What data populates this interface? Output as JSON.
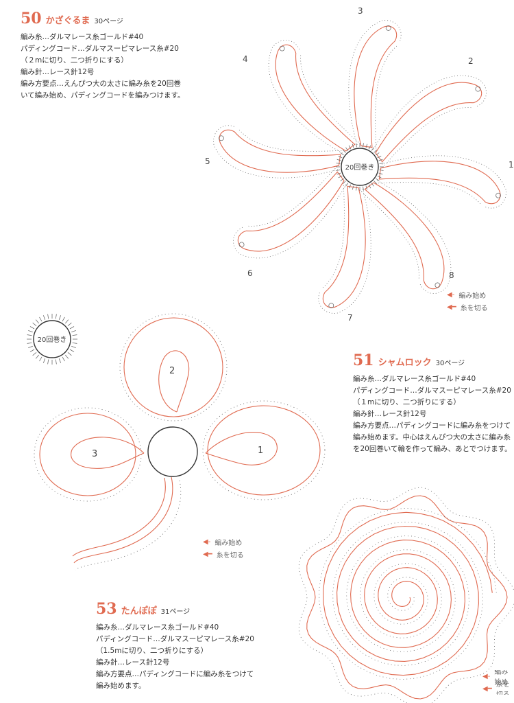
{
  "colors": {
    "accent": "#e06a50",
    "stitch": "#6b6b6b",
    "text": "#333333"
  },
  "p50": {
    "number": "50",
    "title": "かざぐるま",
    "page_ref": "30ページ",
    "lines": [
      "編み糸…ダルマレース糸ゴールド#40",
      "パディングコード…ダルマスーピマレース糸#20",
      "（２mに切り、二つ折りにする）",
      "編み針…レース針12号",
      "編み方要点…えんぴつ大の太さに編み糸を20回巻",
      "いて編み始め、パディングコードを編みつけます。"
    ],
    "center_label": "20回巻き",
    "petal_labels": [
      "1",
      "2",
      "3",
      "4",
      "5",
      "6",
      "7",
      "8"
    ],
    "legend_start": "編み始め",
    "legend_cut": "糸を切る"
  },
  "p51": {
    "number": "51",
    "title": "シャムロック",
    "page_ref": "30ページ",
    "lines": [
      "編み糸…ダルマレース糸ゴールド#40",
      "パディングコード…ダルマスーピマレース糸#20",
      "（１mに切り、二つ折りにする）",
      "編み針…レース針12号",
      "編み方要点…パディングコードに編み糸をつけて",
      "編み始めます。中心はえんぴつ大の太さに編み糸",
      "を20回巻いて輪を作って編み、あとでつけます。"
    ],
    "ring_label": "20回巻き",
    "leaf_labels": [
      "1",
      "2",
      "3"
    ],
    "legend_start": "編み始め",
    "legend_cut": "糸を切る"
  },
  "p53": {
    "number": "53",
    "title": "たんぽぽ",
    "page_ref": "31ページ",
    "lines": [
      "編み糸…ダルマレース糸ゴールド#40",
      "パディングコード…ダルマスーピマレース糸#20",
      "（1.5mに切り、二つ折りにする）",
      "編み針…レース針12号",
      "編み方要点…パディングコードに編み糸をつけて",
      "編み始めます。"
    ],
    "legend_start": "編み始め",
    "legend_cut": "糸を切る"
  }
}
